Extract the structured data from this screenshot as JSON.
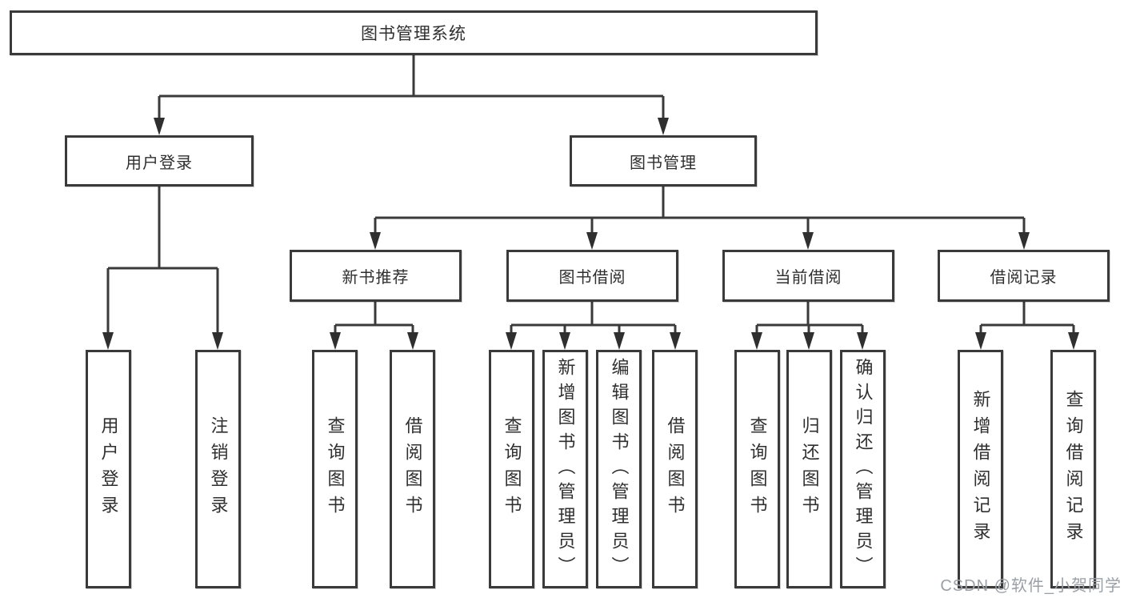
{
  "diagram": {
    "root": {
      "label": "图书管理系统",
      "children": [
        {
          "label": "用户登录",
          "children": [
            {
              "label": "用户登录"
            },
            {
              "label": "注销登录"
            }
          ]
        },
        {
          "label": "图书管理",
          "children": [
            {
              "label": "新书推荐",
              "children": [
                {
                  "label": "查询图书"
                },
                {
                  "label": "借阅图书"
                }
              ]
            },
            {
              "label": "图书借阅",
              "children": [
                {
                  "label": "查询图书"
                },
                {
                  "label": "新增图书（管理员）"
                },
                {
                  "label": "编辑图书（管理员）"
                },
                {
                  "label": "借阅图书"
                }
              ]
            },
            {
              "label": "当前借阅",
              "children": [
                {
                  "label": "查询图书"
                },
                {
                  "label": "归还图书"
                },
                {
                  "label": "确认归还（管理员）"
                }
              ]
            },
            {
              "label": "借阅记录",
              "children": [
                {
                  "label": "新增借阅记录"
                },
                {
                  "label": "查询借阅记录"
                }
              ]
            }
          ]
        }
      ]
    }
  },
  "watermark": "CSDN @软件_小贺同学",
  "colors": {
    "line": "#3a3a3a",
    "text": "#2f2f2f",
    "watermark": "#9aa0a6"
  }
}
